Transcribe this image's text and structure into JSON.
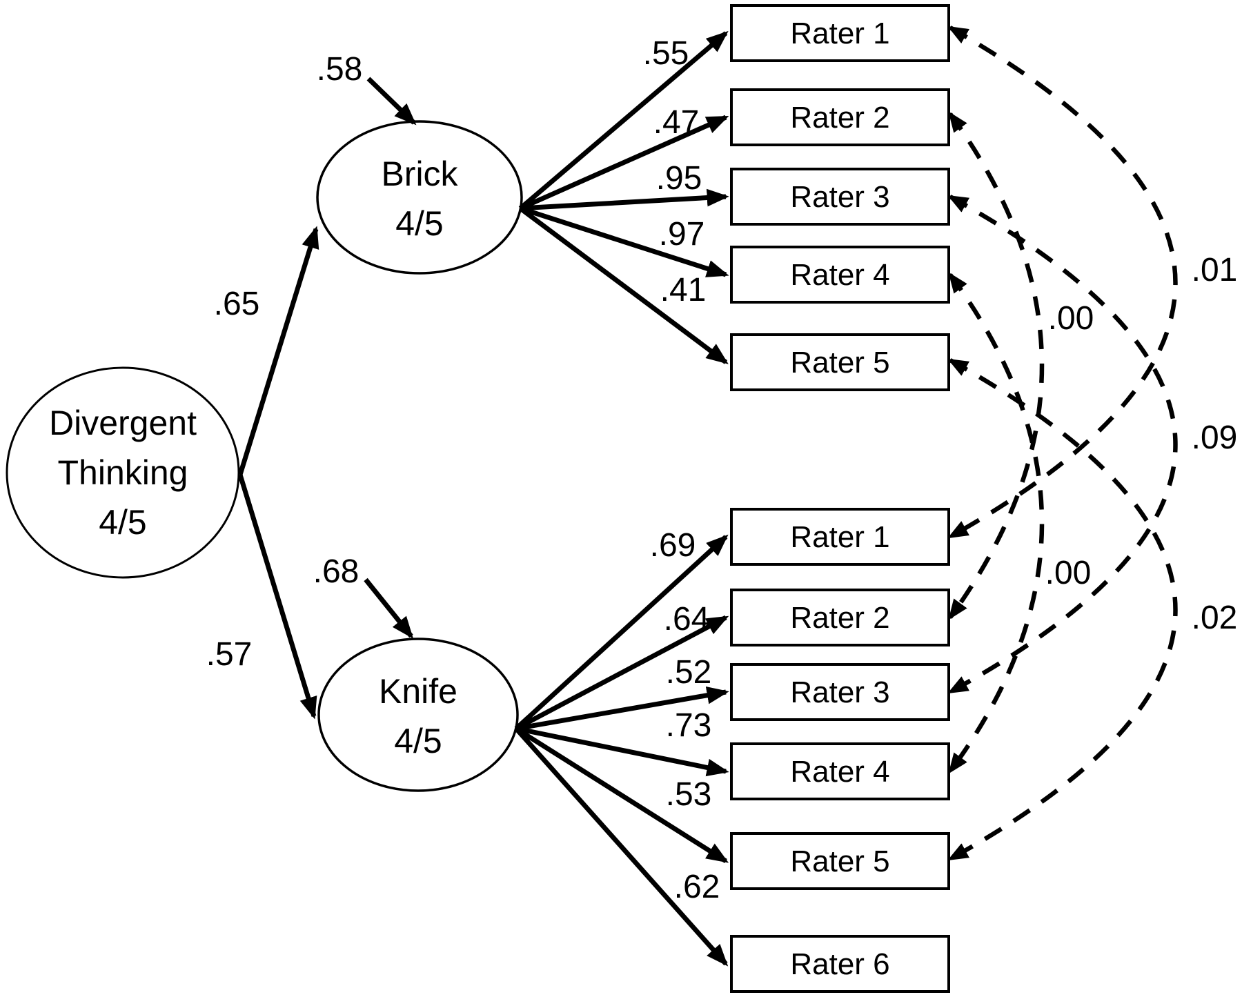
{
  "diagram": {
    "latent": {
      "divergent_thinking": {
        "line1": "Divergent",
        "line2": "Thinking",
        "line3": "4/5"
      },
      "brick": {
        "line1": "Brick",
        "line2": "4/5"
      },
      "knife": {
        "line1": "Knife",
        "line2": "4/5"
      }
    },
    "structural_paths": [
      {
        "from": "Divergent Thinking 4/5",
        "to": "Brick 4/5",
        "value": ".65"
      },
      {
        "from": "Divergent Thinking 4/5",
        "to": "Knife 4/5",
        "value": ".57"
      }
    ],
    "residuals": [
      {
        "on": "Brick 4/5",
        "value": ".58"
      },
      {
        "on": "Knife 4/5",
        "value": ".68"
      }
    ],
    "brick_indicators": [
      {
        "label": "Rater 1",
        "loading": ".55"
      },
      {
        "label": "Rater 2",
        "loading": ".47"
      },
      {
        "label": "Rater 3",
        "loading": ".95"
      },
      {
        "label": "Rater 4",
        "loading": ".97"
      },
      {
        "label": "Rater 5",
        "loading": ".41"
      }
    ],
    "knife_indicators": [
      {
        "label": "Rater 1",
        "loading": ".69"
      },
      {
        "label": "Rater 2",
        "loading": ".64"
      },
      {
        "label": "Rater 3",
        "loading": ".52"
      },
      {
        "label": "Rater 4",
        "loading": ".73"
      },
      {
        "label": "Rater 5",
        "loading": ".53"
      },
      {
        "label": "Rater 6",
        "loading": ".62"
      }
    ],
    "residual_covariances": [
      {
        "between": [
          "Brick Rater 1",
          "Knife Rater 1"
        ],
        "value": ".01"
      },
      {
        "between": [
          "Brick Rater 2",
          "Knife Rater 2"
        ],
        "value": ".00"
      },
      {
        "between": [
          "Brick Rater 3",
          "Knife Rater 3"
        ],
        "value": ".09"
      },
      {
        "between": [
          "Brick Rater 4",
          "Knife Rater 4"
        ],
        "value": ".00"
      },
      {
        "between": [
          "Brick Rater 5",
          "Knife Rater 5"
        ],
        "value": ".02"
      }
    ],
    "colors": {
      "ink": "#000000",
      "background": "#ffffff"
    }
  }
}
